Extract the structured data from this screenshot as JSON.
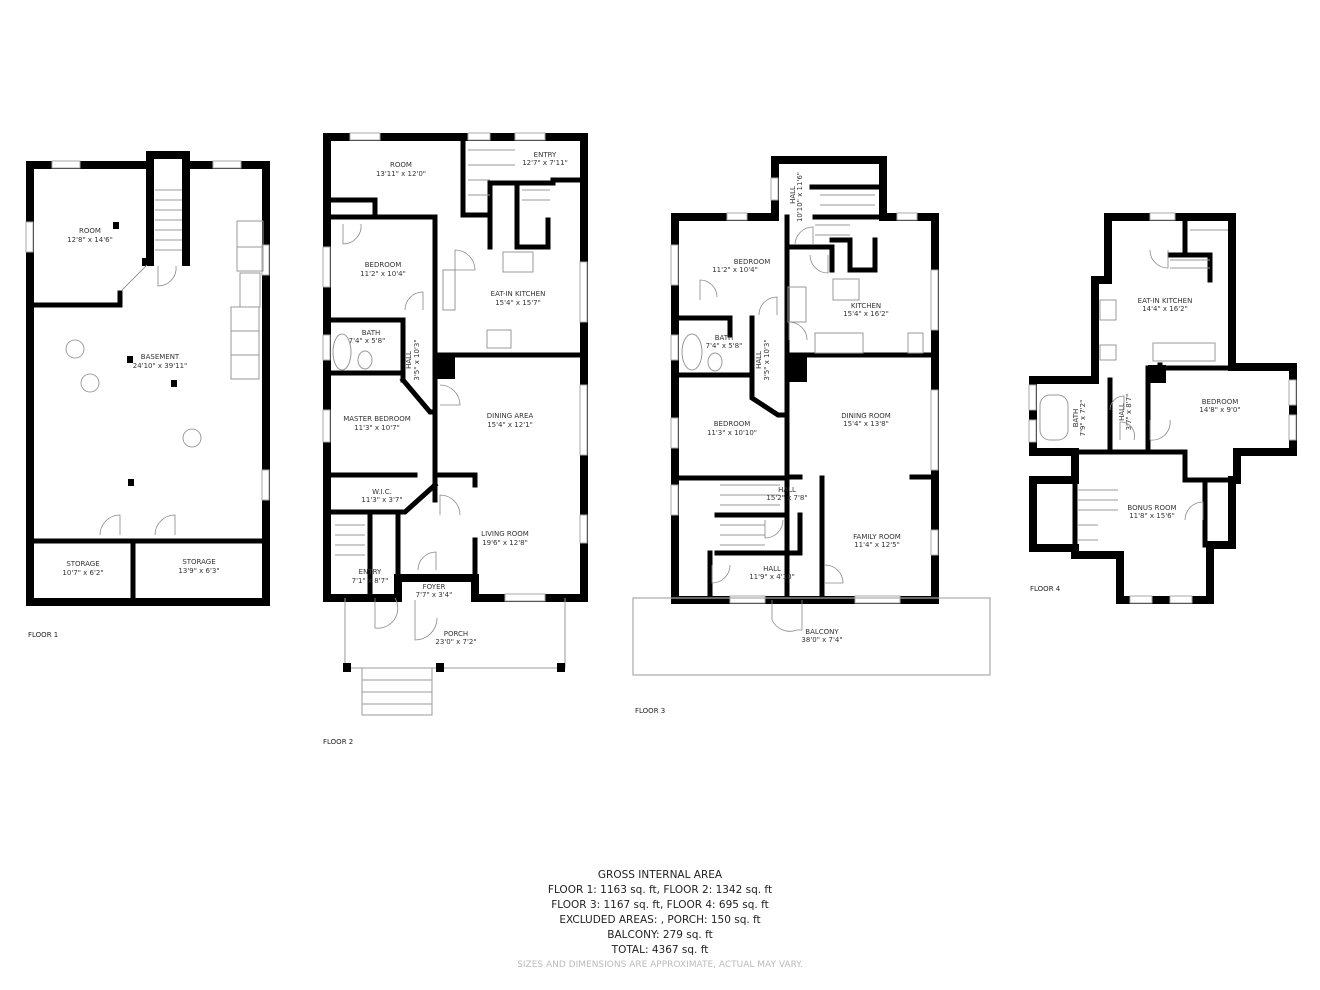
{
  "floors": [
    {
      "label": "FLOOR 1",
      "rooms": [
        {
          "name": "ROOM",
          "dims": "12'8\" x 14'6\""
        },
        {
          "name": "BASEMENT",
          "dims": "24'10\" x 39'11\""
        },
        {
          "name": "STORAGE",
          "dims": "10'7\" x 6'2\""
        },
        {
          "name": "STORAGE",
          "dims": "13'9\" x 6'3\""
        }
      ]
    },
    {
      "label": "FLOOR 2",
      "rooms": [
        {
          "name": "ROOM",
          "dims": "13'11\" x 12'0\""
        },
        {
          "name": "ENTRY",
          "dims": "12'7\" x 7'11\""
        },
        {
          "name": "BEDROOM",
          "dims": "11'2\" x 10'4\""
        },
        {
          "name": "EAT-IN KITCHEN",
          "dims": "15'4\" x 15'7\""
        },
        {
          "name": "BATH",
          "dims": "7'4\" x 5'8\""
        },
        {
          "name": "HALL",
          "dims": "3'5\" x 10'3\""
        },
        {
          "name": "MASTER BEDROOM",
          "dims": "11'3\" x 10'7\""
        },
        {
          "name": "DINING AREA",
          "dims": "15'4\" x 12'1\""
        },
        {
          "name": "W.I.C.",
          "dims": "11'3\" x 3'7\""
        },
        {
          "name": "LIVING ROOM",
          "dims": "19'6\" x 12'8\""
        },
        {
          "name": "ENTRY",
          "dims": "7'1\" x 8'7\""
        },
        {
          "name": "FOYER",
          "dims": "7'7\" x 3'4\""
        },
        {
          "name": "PORCH",
          "dims": "23'0\" x 7'2\""
        }
      ]
    },
    {
      "label": "FLOOR 3",
      "rooms": [
        {
          "name": "HALL",
          "dims": "10'10\" x 11'6\""
        },
        {
          "name": "BEDROOM",
          "dims": "11'2\" x 10'4\""
        },
        {
          "name": "KITCHEN",
          "dims": "15'4\" x 16'2\""
        },
        {
          "name": "BATH",
          "dims": "7'4\" x 5'8\""
        },
        {
          "name": "HALL",
          "dims": "3'5\" x 10'3\""
        },
        {
          "name": "BEDROOM",
          "dims": "11'3\" x 10'10\""
        },
        {
          "name": "DINING ROOM",
          "dims": "15'4\" x 13'8\""
        },
        {
          "name": "HALL",
          "dims": "15'2\" x 7'8\""
        },
        {
          "name": "FAMILY ROOM",
          "dims": "11'4\" x 12'5\""
        },
        {
          "name": "HALL",
          "dims": "11'9\" x 4'10\""
        },
        {
          "name": "BALCONY",
          "dims": "38'0\" x 7'4\""
        }
      ]
    },
    {
      "label": "FLOOR 4",
      "rooms": [
        {
          "name": "EAT-IN KITCHEN",
          "dims": "14'4\" x 16'2\""
        },
        {
          "name": "BEDROOM",
          "dims": "14'8\" x 9'0\""
        },
        {
          "name": "BATH",
          "dims": "7'9\" x 7'2\""
        },
        {
          "name": "HALL",
          "dims": "3'7\" x 8'7\""
        },
        {
          "name": "BONUS ROOM",
          "dims": "11'8\" x 15'6\""
        }
      ]
    }
  ],
  "summary": {
    "title": "GROSS INTERNAL AREA",
    "line1": "FLOOR 1: 1163 sq. ft, FLOOR 2: 1342 sq. ft",
    "line2": "FLOOR 3: 1167 sq. ft, FLOOR 4: 695 sq. ft",
    "line3": "EXCLUDED AREAS: , PORCH: 150 sq. ft",
    "line4": "BALCONY: 279 sq. ft",
    "line5": "TOTAL: 4367 sq. ft",
    "disclaimer": "SIZES AND DIMENSIONS ARE APPROXIMATE, ACTUAL MAY VARY."
  }
}
